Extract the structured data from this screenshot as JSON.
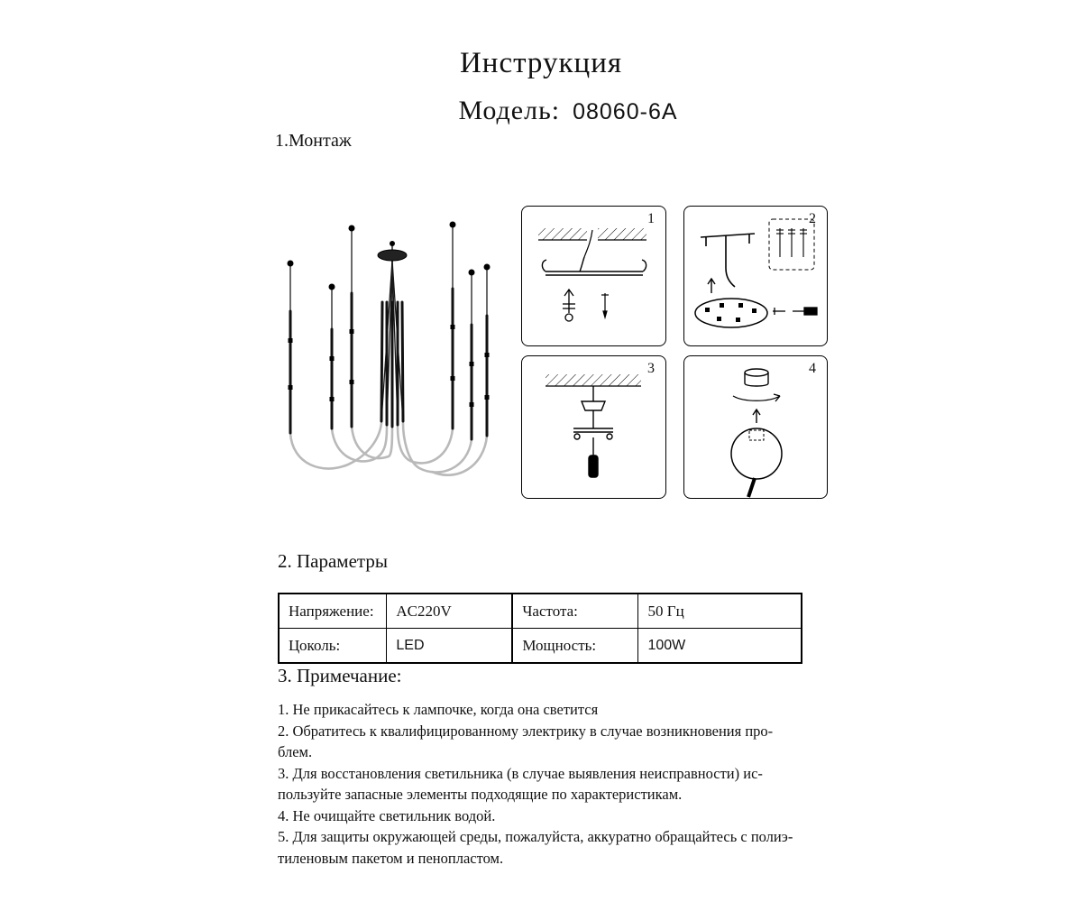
{
  "header": {
    "title": "Инструкция",
    "model_label": "Модель:",
    "model_value": "08060-6A"
  },
  "sections": {
    "montage": "1.Монтаж",
    "parameters": "2. Параметры",
    "notes": "3. Примечание:"
  },
  "steps": [
    {
      "number": "1"
    },
    {
      "number": "2"
    },
    {
      "number": "3"
    },
    {
      "number": "4"
    }
  ],
  "parameters": {
    "rows": [
      {
        "c0": "Напряжение:",
        "c1": "AC220V",
        "c2": "Частота:",
        "c3": "50 Гц"
      },
      {
        "c0": "Цоколь:",
        "c1": "LED",
        "c2": "Мощность:",
        "c3": "100W"
      }
    ]
  },
  "notes": [
    "1. Не прикасайтесь к лампочке, когда она светится",
    "2. Обратитесь к квалифицированному электрику в случае возникновения про-\nблем.",
    "3. Для восстановления светильника (в случае выявления неисправности) ис-\nпользуйте запасные элементы подходящие по характеристикам.",
    "4. Не очищайте светильник водой.",
    "5. Для защиты окружающей среды, пожалуйста, аккуратно обращайтесь с полиэ-\nтиленовым пакетом и пенопластом."
  ]
}
